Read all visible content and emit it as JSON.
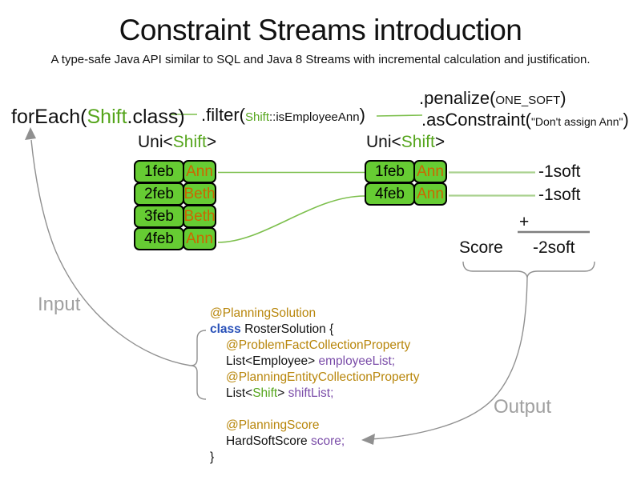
{
  "title": "Constraint Streams introduction",
  "subtitle": "A type-safe Java API similar to SQL and Java 8 Streams with incremental calculation and justification.",
  "pipeline": {
    "foreach": {
      "pre": "forEach(",
      "cls": "Shift",
      "post": ".class)"
    },
    "filter": {
      "pre": ".filter(",
      "cls": "Shift",
      "mid": "::isEmployeeAnn",
      "close": ")"
    },
    "penalize": {
      "pre": ".penalize(",
      "arg": "ONE_SOFT",
      "close": ")"
    },
    "as_constraint": {
      "pre": ".asConstraint(",
      "arg": "\"Don't assign Ann\"",
      "close": ")"
    }
  },
  "uni_label": {
    "pre": "Uni<",
    "cls": "Shift",
    "post": ">"
  },
  "input_table": {
    "rows": [
      {
        "date": "1feb",
        "name": "Ann"
      },
      {
        "date": "2feb",
        "name": "Beth"
      },
      {
        "date": "3feb",
        "name": "Beth"
      },
      {
        "date": "4feb",
        "name": "Ann"
      }
    ]
  },
  "output_table": {
    "rows": [
      {
        "date": "1feb",
        "name": "Ann"
      },
      {
        "date": "4feb",
        "name": "Ann"
      }
    ]
  },
  "scores": {
    "match1": "-1soft",
    "match2": "-1soft",
    "plus": "+",
    "score_label": "Score",
    "total": "-2soft"
  },
  "flow_labels": {
    "input": "Input",
    "output": "Output"
  },
  "code": {
    "lines": [
      {
        "segs": [
          {
            "t": "@PlanningSolution",
            "c": "ann"
          }
        ]
      },
      {
        "segs": [
          {
            "t": "class",
            "c": "kw"
          },
          {
            "t": " RosterSolution {",
            "c": "pl"
          }
        ]
      },
      {
        "segs": [
          {
            "t": "@ProblemFactCollectionProperty",
            "c": "ann"
          }
        ]
      },
      {
        "segs": [
          {
            "t": "List<Employee> ",
            "c": "pl"
          },
          {
            "t": "employeeList;",
            "c": "vr"
          }
        ]
      },
      {
        "segs": [
          {
            "t": "@PlanningEntityCollectionProperty",
            "c": "ann"
          }
        ]
      },
      {
        "segs": [
          {
            "t": "List<",
            "c": "pl"
          },
          {
            "t": "Shift",
            "c": "gr"
          },
          {
            "t": "> ",
            "c": "pl"
          },
          {
            "t": "shiftList;",
            "c": "vr"
          }
        ]
      },
      {
        "segs": []
      },
      {
        "segs": [
          {
            "t": "@PlanningScore",
            "c": "ann"
          }
        ]
      },
      {
        "segs": [
          {
            "t": "HardSoftScore ",
            "c": "pl"
          },
          {
            "t": "score;",
            "c": "vr"
          }
        ]
      },
      {
        "segs": [
          {
            "t": "}",
            "c": "pl"
          }
        ]
      }
    ]
  },
  "colors": {
    "shift_green": "#55A51C",
    "box_green": "#66CC33",
    "line_green": "#7CBF4C",
    "line_pale_green": "#A9D18E",
    "name_orange": "#CC6600",
    "annotation_gold": "#B8860B",
    "keyword_blue": "#2850B8",
    "variable_purple": "#7A4CA8",
    "gray_label": "#A0A0A0",
    "gray_line": "#909090",
    "sum_line_gray": "#7F7F7F",
    "text_black": "#111111"
  }
}
